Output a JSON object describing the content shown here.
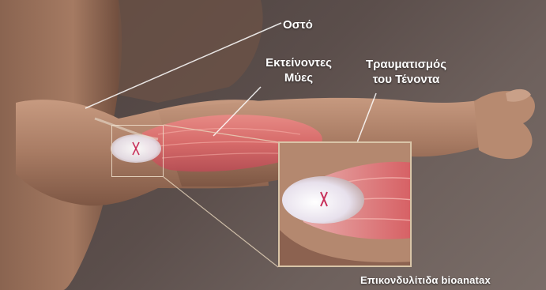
{
  "labels": {
    "bone": "Οστό",
    "muscle_line1": "Εκτείνοντες",
    "muscle_line2": "Μύες",
    "injury_line1": "Τραυματισμός",
    "injury_line2": "του Τένοντα"
  },
  "watermark": "Επικονδυλίτιδα bioanatax",
  "colors": {
    "background": "#5b4e4b",
    "skin": "#a87b63",
    "muscle": "#d96a6a",
    "tendon": "#ece6ee",
    "injury_mark": "#c7305a",
    "frame": "#d9c5a8"
  }
}
